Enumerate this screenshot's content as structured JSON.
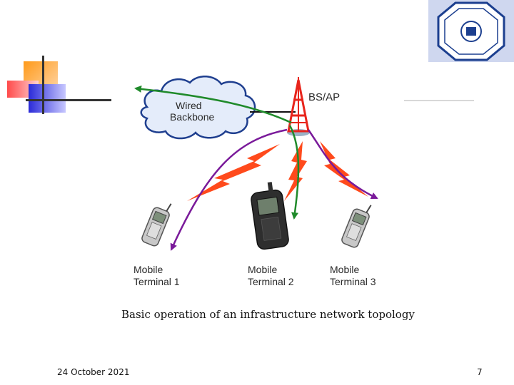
{
  "labels": {
    "bs_ap": "BS/AP",
    "backbone_line1": "Wired",
    "backbone_line2": "Backbone",
    "terminal1_line1": "Mobile",
    "terminal1_line2": "Terminal 1",
    "terminal2_line1": "Mobile",
    "terminal2_line2": "Terminal 2",
    "terminal3_line1": "Mobile",
    "terminal3_line2": "Terminal 3"
  },
  "caption": "Basic operation of an infrastructure network topology",
  "footer": {
    "date": "24 October 2021",
    "page": "7"
  },
  "colors": {
    "tower": "#e8251c",
    "lightning": "#ff4a1c",
    "cloud": "#e4ecfa",
    "cloud_outline": "#1f3f8f",
    "green_path": "#1f8a2a",
    "purple_path": "#7a1a9a"
  },
  "icons": [
    "radio-tower-icon",
    "cloud-icon",
    "lightning-bolt-icon",
    "mobile-phone-icon",
    "university-logo-icon"
  ]
}
